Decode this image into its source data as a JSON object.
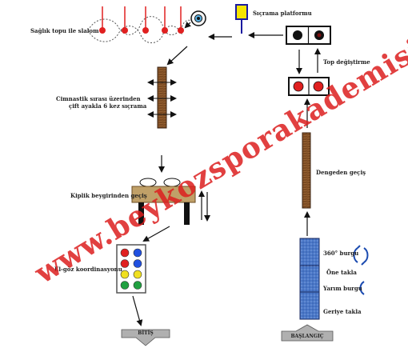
{
  "labels": {
    "saglik_topu": "Sağlık topu ile slalom",
    "sicrama_platformu": "Sıçrama platformu",
    "top_degistirme": "Top değiştirme",
    "cimnastik": "Cimnastik sırası üzerinden",
    "cimnastik2": "çift ayakla 6 kez sıçrama",
    "kiplik_beygir": "Kiplik beygirinden geçiş",
    "dengeden": "Dengeden geçiş",
    "el_goz": "El-göz koordinasyonu",
    "burgu360": "360° burgu",
    "one_takla": "Öne takla",
    "yarim_burgu": "Yarım burgu",
    "geriye_takla": "Geriye takla",
    "bitis": "BİTİŞ",
    "baslangic": "BAŞLANGIÇ"
  },
  "watermark": "www.beykozsporakademisi.com",
  "colors": {
    "accent_red": "#e02020",
    "wood": "#7a4a22",
    "mat_blue": "#4a78c8",
    "platform_yellow": "#f5e500",
    "platform_blue": "#1a1aa0",
    "gray": "#a8a8a8"
  },
  "el_goz_grid": [
    [
      "#e02020",
      "#2050e0"
    ],
    [
      "#e02020",
      "#2050e0"
    ],
    [
      "#f0e020",
      "#f0e020"
    ],
    [
      "#20a040",
      "#20a040"
    ]
  ]
}
